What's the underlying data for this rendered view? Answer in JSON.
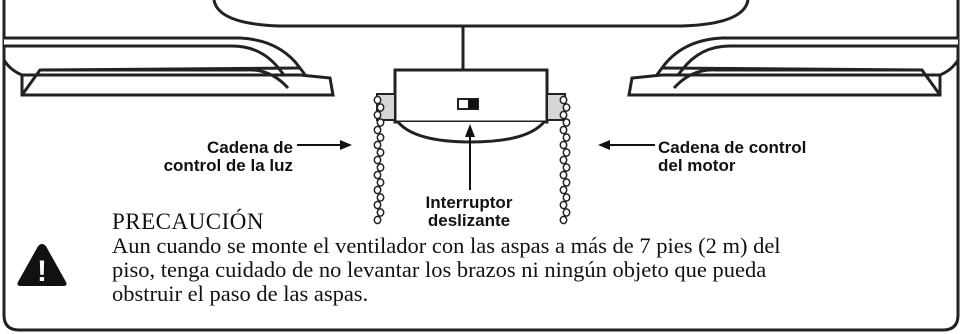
{
  "labels": {
    "light_chain": [
      "Cadena de",
      "control de la luz"
    ],
    "motor_chain": [
      "Cadena de control",
      "del motor"
    ],
    "slide_switch": [
      "Interruptor",
      "deslizante"
    ]
  },
  "caution": {
    "title": "PRECAUCIÓN",
    "lines": [
      "Aun cuando se monte el ventilador con las aspas a más de 7 pies (2 m) del",
      "piso, tenga cuidado de no levantar los brazos ni ningún objeto que pueda",
      "obstruir el paso de las aspas."
    ],
    "icon": "warning-triangle-icon",
    "icon_symbol": "!"
  }
}
